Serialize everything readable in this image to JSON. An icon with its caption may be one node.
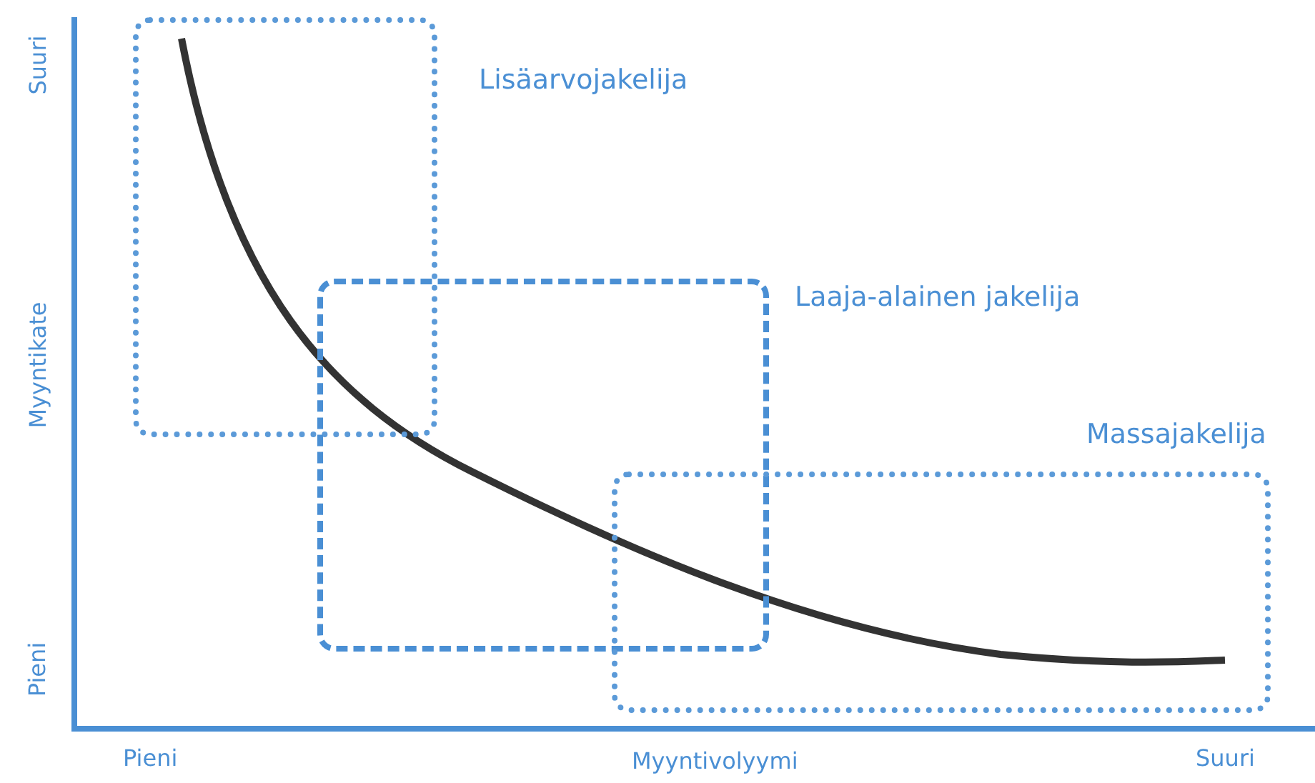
{
  "diagram": {
    "nodes": [
      {
        "text": [
          "Lisäarvojakelija"
        ]
      },
      {
        "text": [
          "Laaja-alainen jakelija"
        ]
      },
      {
        "text": [
          "Massajakelija"
        ]
      }
    ],
    "edges": [],
    "labels": [
      "Suuri",
      "Myyntikate",
      "Pieni",
      "Pieni",
      "Myyntivolyymi",
      "Suuri"
    ]
  }
}
